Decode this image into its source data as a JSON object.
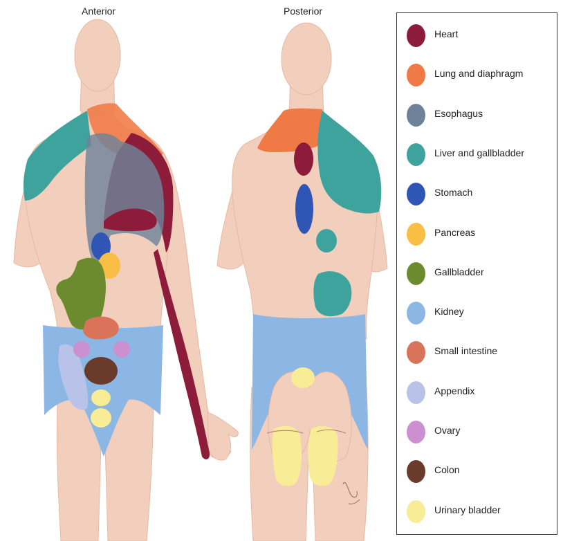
{
  "views": {
    "anterior": "Anterior",
    "posterior": "Posterior"
  },
  "colors": {
    "skin": "#f2cfbd",
    "skin_shade": "#e7b8a2",
    "underwear": "#8cb7e4",
    "heart": "#8c1c3a",
    "lung_diaphragm": "#f07a45",
    "esophagus": "#6f8299",
    "liver_gallbladder": "#3ea39d",
    "stomach": "#2f55b5",
    "pancreas": "#f8be45",
    "gallbladder": "#6b8b2e",
    "kidney": "#8cb7e4",
    "small_intestine": "#d9745a",
    "appendix": "#b9c3ea",
    "ovary": "#cc8fd0",
    "colon": "#6a3a2a",
    "urinary_bladder": "#f8ec96"
  },
  "legend": [
    {
      "label": "Heart",
      "color": "#8c1c3a"
    },
    {
      "label": "Lung and diaphragm",
      "color": "#f07a45"
    },
    {
      "label": "Esophagus",
      "color": "#6f8299"
    },
    {
      "label": "Liver and gallbladder",
      "color": "#3ea39d"
    },
    {
      "label": "Stomach",
      "color": "#2f55b5"
    },
    {
      "label": "Pancreas",
      "color": "#f8be45"
    },
    {
      "label": "Gallbladder",
      "color": "#6b8b2e"
    },
    {
      "label": "Kidney",
      "color": "#8cb7e4"
    },
    {
      "label": "Small intestine",
      "color": "#d9745a"
    },
    {
      "label": "Appendix",
      "color": "#b9c3ea"
    },
    {
      "label": "Ovary",
      "color": "#cc8fd0"
    },
    {
      "label": "Colon",
      "color": "#6a3a2a"
    },
    {
      "label": "Urinary bladder",
      "color": "#f8ec96"
    }
  ]
}
